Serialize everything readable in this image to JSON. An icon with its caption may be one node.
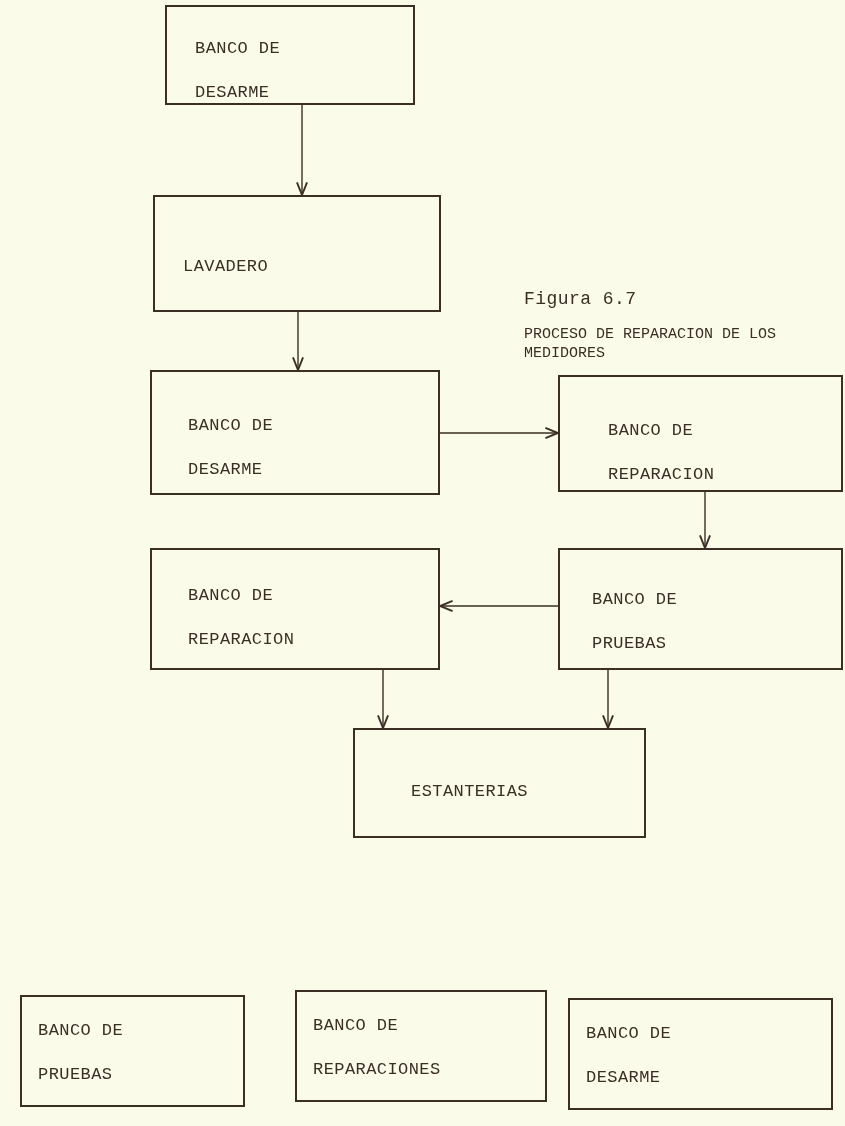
{
  "diagram": {
    "title": "Figura 6.7",
    "caption": "PROCESO DE REPARACION DE LOS MEDIDORES",
    "nodes": [
      {
        "text": [
          "BANCO DE DESARME"
        ]
      },
      {
        "text": [
          "LAVADERO"
        ]
      },
      {
        "text": [
          "BANCO DE DESARME"
        ]
      },
      {
        "text": [
          "BANCO DE REPARACION"
        ]
      },
      {
        "text": [
          "BANCO DE REPARACION"
        ]
      },
      {
        "text": [
          "BANCO DE PRUEBAS"
        ]
      },
      {
        "text": [
          "ESTANTERIAS"
        ]
      },
      {
        "text": [
          "BANCO DE PRUEBAS"
        ]
      },
      {
        "text": [
          "BANCO DE REPARACIONES"
        ]
      },
      {
        "text": [
          "BANCO DE DESARME"
        ]
      }
    ],
    "edges": [
      {
        "from": 0,
        "to": 1,
        "arrow": "to"
      },
      {
        "from": 1,
        "to": 2,
        "arrow": "to"
      },
      {
        "from": 2,
        "to": 3,
        "arrow": "to"
      },
      {
        "from": 3,
        "to": 5,
        "arrow": "to"
      },
      {
        "from": 5,
        "to": 4,
        "arrow": "to"
      },
      {
        "from": 4,
        "to": 6,
        "arrow": "to"
      },
      {
        "from": 5,
        "to": 6,
        "arrow": "to"
      }
    ]
  }
}
